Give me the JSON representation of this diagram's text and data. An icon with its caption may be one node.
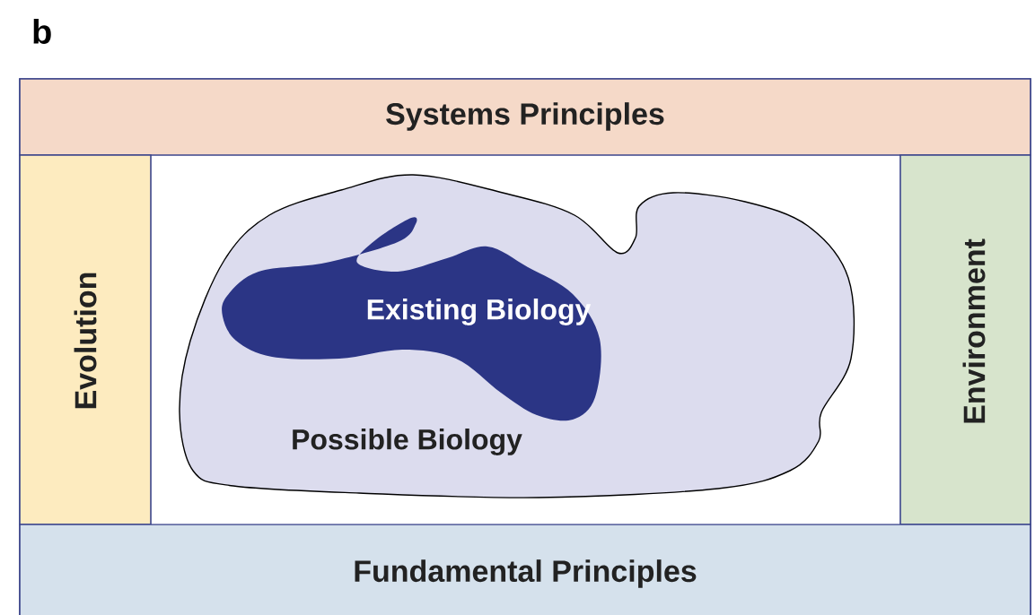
{
  "diagram": {
    "nodes": [
      {
        "text": [
          "Systems Principles"
        ]
      },
      {
        "text": [
          "Evolution"
        ]
      },
      {
        "text": [
          "Possible Biology"
        ]
      },
      {
        "text": [
          "Existing Biology"
        ],
        "in": 2
      },
      {
        "text": [
          "Environment"
        ]
      },
      {
        "text": [
          "Fundamental Principles"
        ]
      }
    ],
    "labels": [
      "b"
    ]
  }
}
